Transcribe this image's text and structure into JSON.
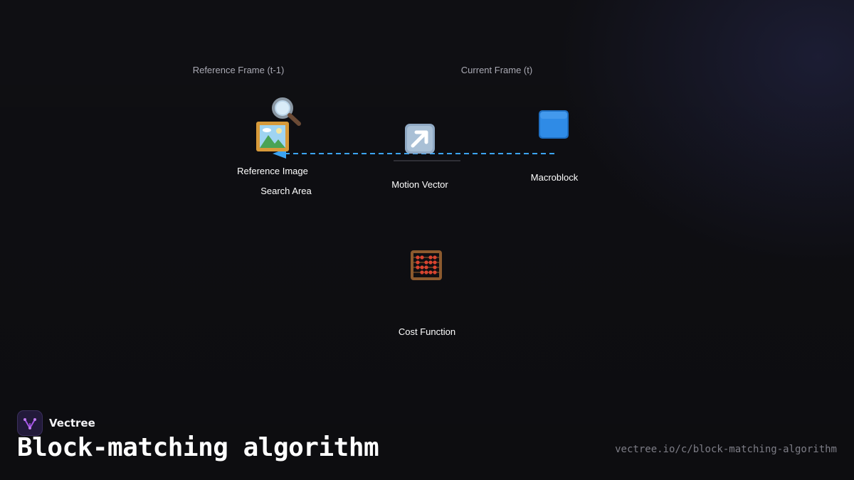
{
  "diagram": {
    "sections": {
      "reference": "Reference Frame (t-1)",
      "current": "Current Frame (t)"
    },
    "nodes": {
      "reference_image": {
        "label": "Reference Image",
        "icon": "framed-picture-icon"
      },
      "search_area": {
        "label": "Search Area",
        "icon": "magnifier-icon"
      },
      "motion_vector": {
        "label": "Motion Vector",
        "icon": "up-right-arrow-icon"
      },
      "macroblock": {
        "label": "Macroblock",
        "icon": "blue-square-icon"
      },
      "cost_function": {
        "label": "Cost Function",
        "icon": "abacus-icon"
      }
    },
    "edge": {
      "from": "macroblock",
      "to": "reference_image",
      "style": "dashed",
      "color": "#3ba3f2"
    }
  },
  "branding": {
    "name": "Vectree",
    "title": "Block-matching algorithm",
    "url": "vectree.io/c/block-matching-algorithm"
  },
  "colors": {
    "background": "#0f0f13",
    "edge": "#3ba3f2",
    "logo_accent": "#a455e6"
  }
}
